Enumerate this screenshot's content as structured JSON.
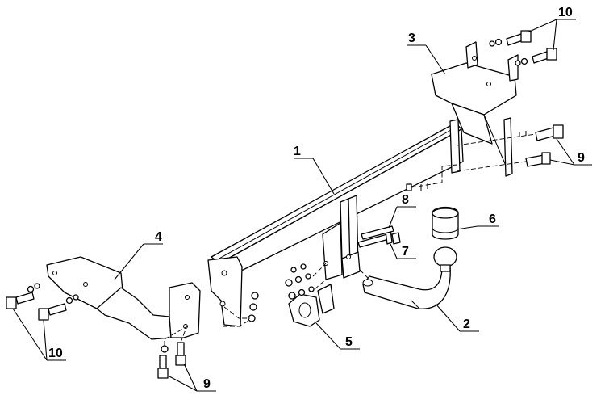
{
  "diagram": {
    "labels": [
      {
        "id": "1",
        "text": "1"
      },
      {
        "id": "2",
        "text": "2"
      },
      {
        "id": "3",
        "text": "3"
      },
      {
        "id": "4",
        "text": "4"
      },
      {
        "id": "5",
        "text": "5"
      },
      {
        "id": "6",
        "text": "6"
      },
      {
        "id": "7",
        "text": "7"
      },
      {
        "id": "8",
        "text": "8"
      },
      {
        "id": "9a",
        "text": "9"
      },
      {
        "id": "9b",
        "text": "9"
      },
      {
        "id": "10a",
        "text": "10"
      },
      {
        "id": "10b",
        "text": "10"
      }
    ]
  }
}
